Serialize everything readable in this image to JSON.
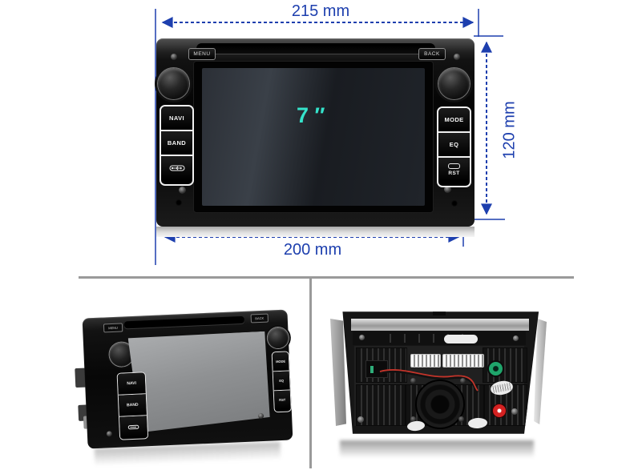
{
  "page": {
    "type": "product-photo",
    "subject": "7 inch car stereo head unit shown with front, angled and rear views"
  },
  "dimension_annotations": {
    "top_width_label": "215 mm",
    "side_height_label": "120 mm",
    "bottom_width_label": "200 mm",
    "screen_diagonal_label": "7 ″",
    "line_color": "#1d3fae",
    "diagonal_color": "#35e3cb"
  },
  "front_view": {
    "menu_button": "MENU",
    "back_button": "BACK",
    "left_buttons": [
      {
        "label": "NAVI"
      },
      {
        "label": "BAND"
      },
      {
        "label": "",
        "icon": "usb-icon"
      }
    ],
    "right_buttons": [
      {
        "label": "MODE"
      },
      {
        "label": "EQ"
      },
      {
        "label": "RST",
        "icon": "card-slot-icon"
      }
    ]
  },
  "angled_view": {
    "menu_button": "MENU",
    "back_button": "BACK",
    "left_buttons": [
      {
        "label": "NAVI"
      },
      {
        "label": "BAND"
      },
      {
        "label": "",
        "icon": "usb-icon"
      }
    ],
    "right_buttons": [
      {
        "label": "MODE"
      },
      {
        "label": "EQ"
      },
      {
        "label": "RST"
      }
    ]
  },
  "rear_view": {
    "icons": [
      "heatsink-fins",
      "wiring-harness-connector-icon",
      "cooling-fan-icon",
      "green-antenna-connector-icon",
      "red-antenna-connector-icon",
      "barcode-sticker",
      "power-wire"
    ]
  }
}
